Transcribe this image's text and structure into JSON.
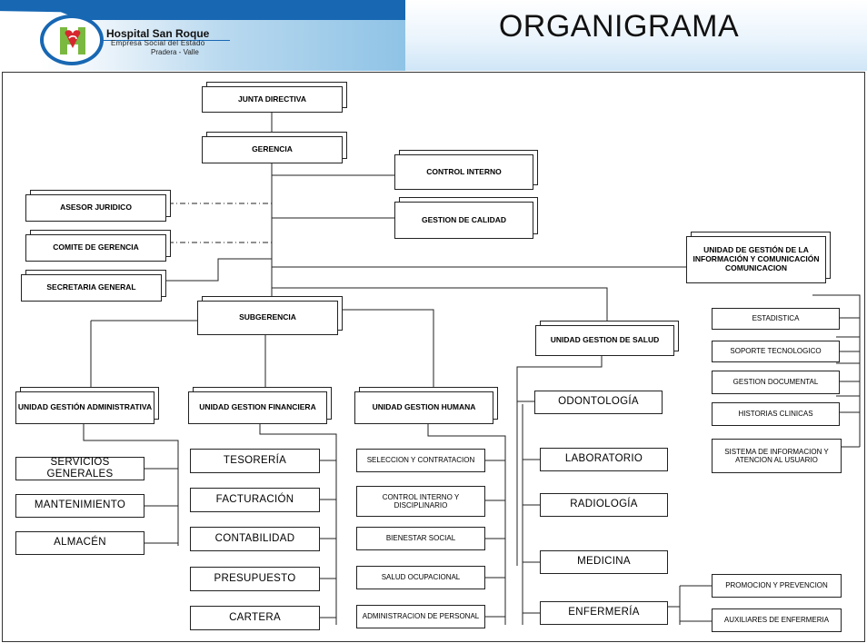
{
  "header": {
    "title": "ORGANIGRAMA",
    "hospital_name": "Hospital San Roque",
    "hospital_subtitle": "Empresa Social del Estado",
    "hospital_location": "Pradera - Valle",
    "colors": {
      "brand_blue": "#1767b3",
      "logo_green": "#7ab840",
      "logo_red": "#d7262e"
    }
  },
  "nodes": {
    "junta": "JUNTA DIRECTIVA",
    "gerencia": "GERENCIA",
    "control_interno": "CONTROL INTERNO",
    "gestion_calidad": "GESTION DE CALIDAD",
    "asesor": "ASESOR JURIDICO",
    "comite": "COMITE DE GERENCIA",
    "secretaria": "SECRETARIA GENERAL",
    "subgerencia": "SUBGERENCIA",
    "u_admin": "UNIDAD GESTIÓN ADMINISTRATIVA",
    "u_fin": "UNIDAD GESTION FINANCIERA",
    "u_hum": "UNIDAD GESTION HUMANA",
    "u_salud": "UNIDAD GESTION DE SALUD",
    "u_info": "UNIDAD DE GESTIÓN DE LA INFORMACIÓN Y COMUNICACIÓN COMUNICACION"
  },
  "admin_items": [
    "SERVICIOS GENERALES",
    "MANTENIMIENTO",
    "ALMACÉN"
  ],
  "fin_items": [
    "TESORERÍA",
    "FACTURACIÓN",
    "CONTABILIDAD",
    "PRESUPUESTO",
    "CARTERA"
  ],
  "hum_items": [
    "SELECCION Y CONTRATACION",
    "CONTROL INTERNO Y DISCIPLINARIO",
    "BIENESTAR SOCIAL",
    "SALUD OCUPACIONAL",
    "ADMINISTRACION DE PERSONAL"
  ],
  "salud_items": [
    "ODONTOLOGÍA",
    "LABORATORIO",
    "RADIOLOGÍA",
    "MEDICINA",
    "ENFERMERÍA"
  ],
  "enf_items": [
    "PROMOCION Y PREVENCION",
    "AUXILIARES DE ENFERMERIA"
  ],
  "info_items": [
    "ESTADISTICA",
    "SOPORTE TECNOLOGICO",
    "GESTION DOCUMENTAL",
    "HISTORIAS CLINICAS",
    "SISTEMA DE INFORMACION Y ATENCION AL USUARIO"
  ]
}
